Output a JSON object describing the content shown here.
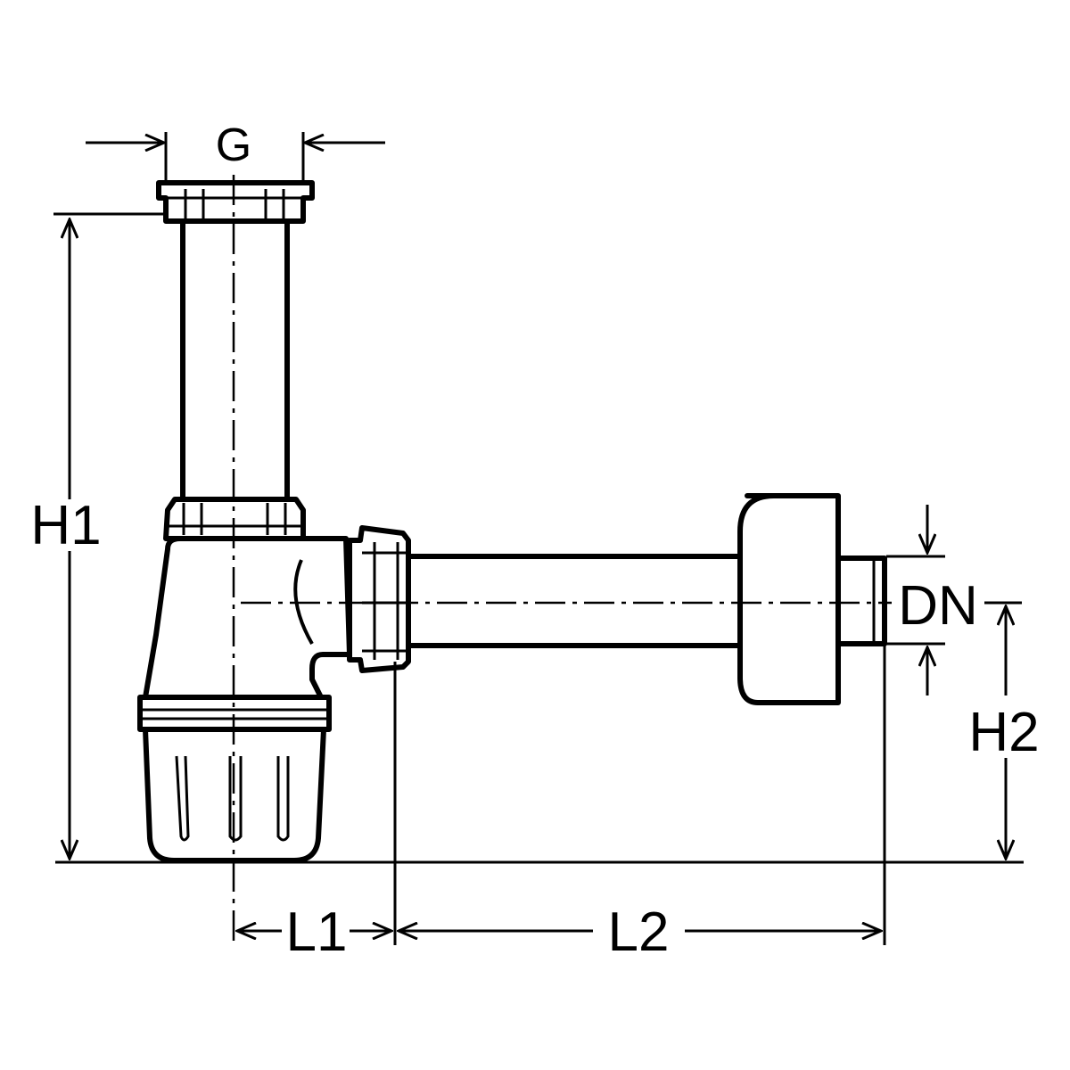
{
  "labels": {
    "g": "G",
    "h1": "H1",
    "h2": "H2",
    "dn": "DN",
    "l1": "L1",
    "l2": "L2"
  },
  "colors": {
    "line": "#000000",
    "background": "#ffffff"
  }
}
